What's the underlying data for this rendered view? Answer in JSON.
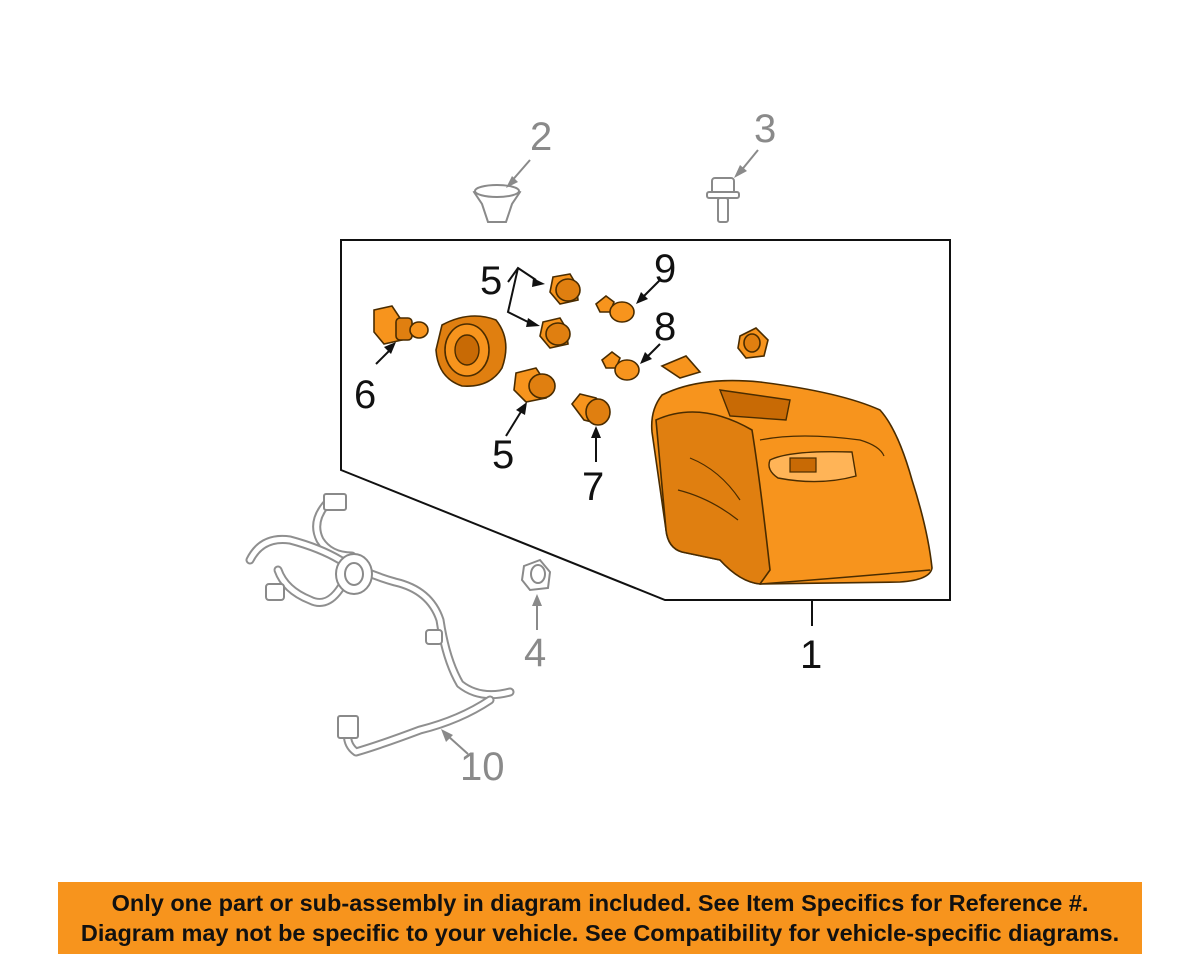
{
  "callouts": {
    "c1": "1",
    "c2": "2",
    "c3": "3",
    "c4": "4",
    "c5a": "5",
    "c5b": "5",
    "c6": "6",
    "c7": "7",
    "c8": "8",
    "c9": "9",
    "c10": "10"
  },
  "notice": {
    "line1": "Only one part or sub-assembly in diagram included. See Item Specifics for Reference #.",
    "line2": "Diagram may not be specific to your vehicle. See Compatibility for vehicle-specific diagrams."
  },
  "colors": {
    "highlight": "#f7941d",
    "outline": "#111111",
    "secondary": "#8a8a8a"
  }
}
